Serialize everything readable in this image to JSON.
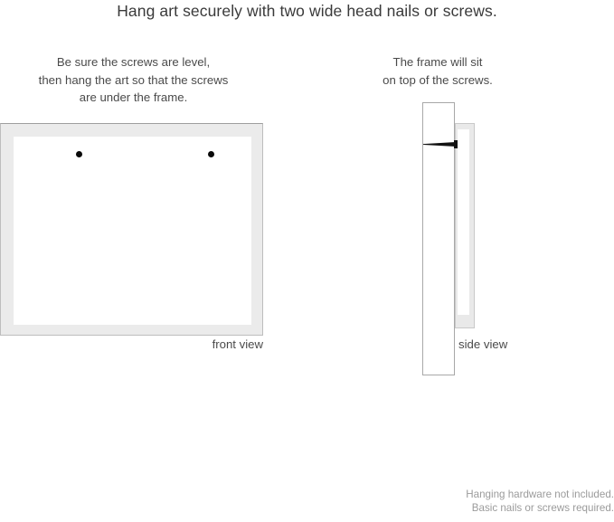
{
  "headline": "Hang art securely with two wide head nails or screws.",
  "captions": {
    "left": {
      "line1": "Be sure the screws are level,",
      "line2": "then hang the art so that the screws",
      "line3": "are under the frame."
    },
    "right": {
      "line1": "The frame will sit",
      "line2": "on top of the screws."
    }
  },
  "front_view": {
    "label": "front view",
    "frame_color": "#ebebeb",
    "mat_color": "#ffffff",
    "screw_color": "#0a0a0a",
    "screw_count": 2
  },
  "side_view": {
    "label": "side view",
    "wall_color": "#ffffff",
    "frame_color": "#e9e9e9",
    "nail_color": "#111111"
  },
  "footnote": {
    "line1": "Hanging hardware not included.",
    "line2": "Basic nails or screws required."
  }
}
